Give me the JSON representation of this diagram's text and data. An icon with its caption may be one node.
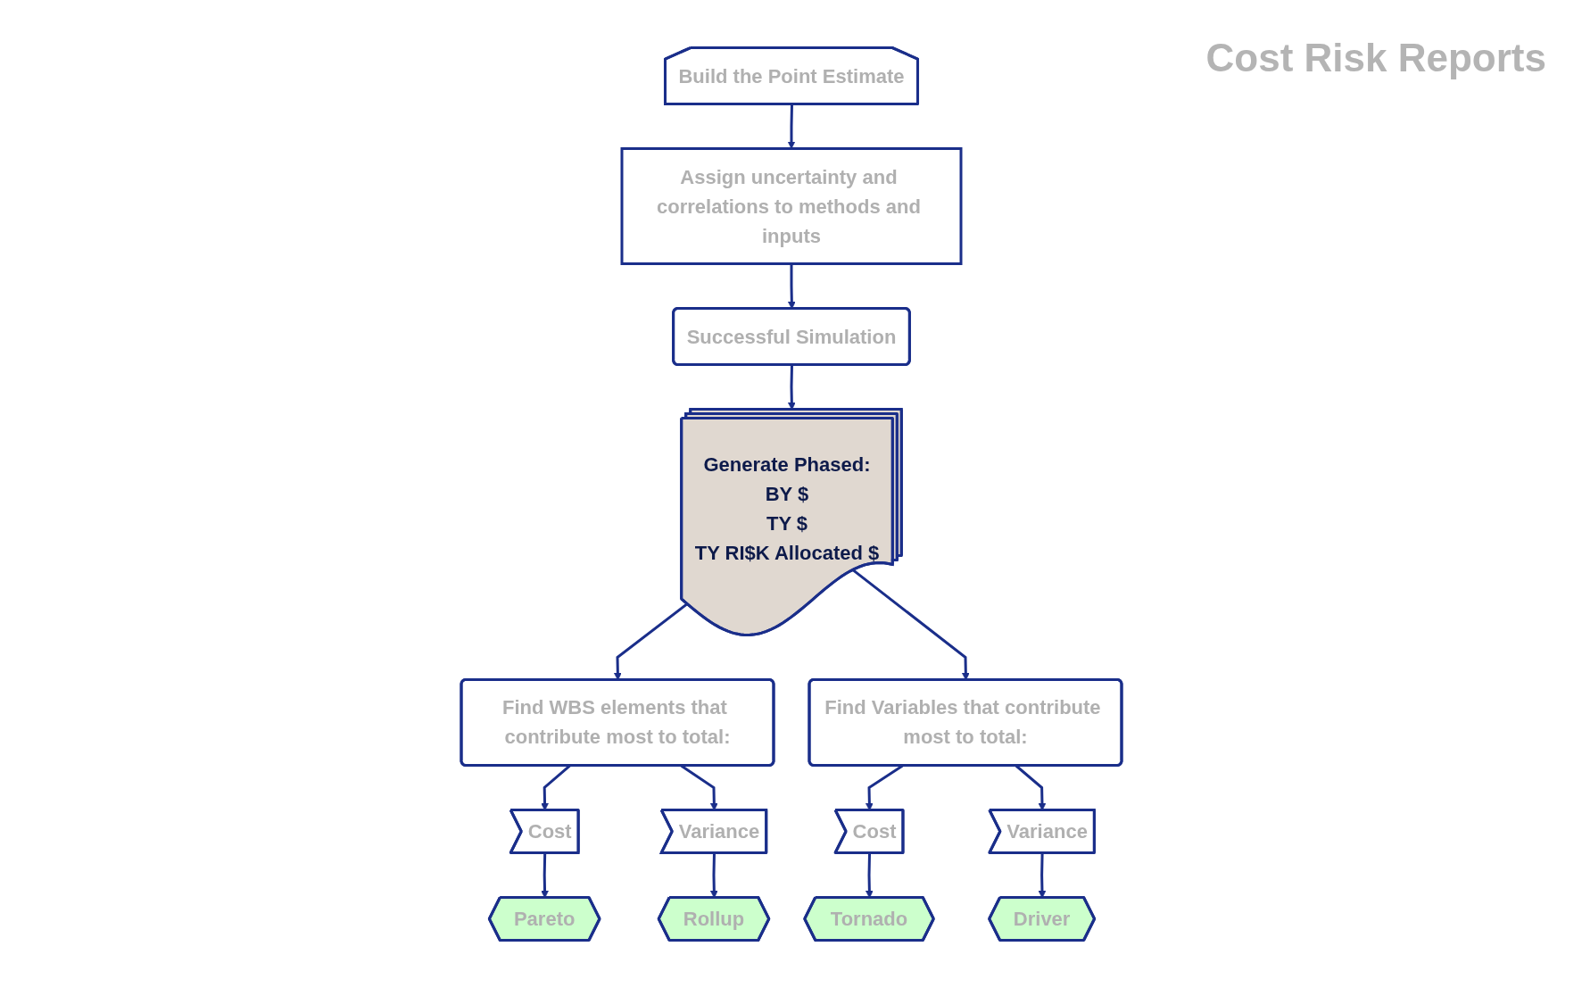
{
  "diagram": {
    "nodes": [
      {
        "text": [
          "Build the Point Estimate"
        ]
      },
      {
        "text": [
          "Assign uncertainty and correlations to methods and inputs"
        ]
      },
      {
        "text": [
          "Successful Simulation"
        ]
      },
      {
        "text": [
          "Generate Phased:",
          "BY $",
          "TY $",
          "TY RI$K Allocated $"
        ]
      },
      {
        "text": [
          "Find WBS elements that contribute most to total:"
        ]
      },
      {
        "text": [
          "Find Variables that contribute most to total:"
        ]
      },
      {
        "text": [
          "Cost"
        ]
      },
      {
        "text": [
          "Pareto"
        ]
      },
      {
        "text": [
          "Tornado"
        ]
      },
      {
        "text": [
          "Cost"
        ]
      },
      {
        "text": [
          "Variance"
        ]
      },
      {
        "text": [
          "Rollup"
        ]
      },
      {
        "text": [
          "Driver"
        ]
      },
      {
        "text": [
          "Variance"
        ]
      }
    ],
    "edges": [
      {
        "from": 0,
        "to": 1,
        "arrow": "to"
      },
      {
        "from": 1,
        "to": 2,
        "arrow": "to"
      },
      {
        "from": 2,
        "to": 3,
        "arrow": "to"
      },
      {
        "from": 3,
        "to": 4,
        "arrow": "to"
      },
      {
        "from": 3,
        "to": 5,
        "arrow": "to"
      },
      {
        "from": 4,
        "to": 6,
        "arrow": "to"
      },
      {
        "from": 4,
        "to": 10,
        "arrow": "to"
      },
      {
        "from": 6,
        "to": 7,
        "arrow": "to"
      },
      {
        "from": 10,
        "to": 11,
        "arrow": "to"
      },
      {
        "from": 5,
        "to": 9,
        "arrow": "to"
      },
      {
        "from": 5,
        "to": 13,
        "arrow": "to"
      },
      {
        "from": 9,
        "to": 8,
        "arrow": "to"
      },
      {
        "from": 13,
        "to": 12,
        "arrow": "to"
      }
    ],
    "labels": [
      "Cost Risk Reports"
    ]
  }
}
